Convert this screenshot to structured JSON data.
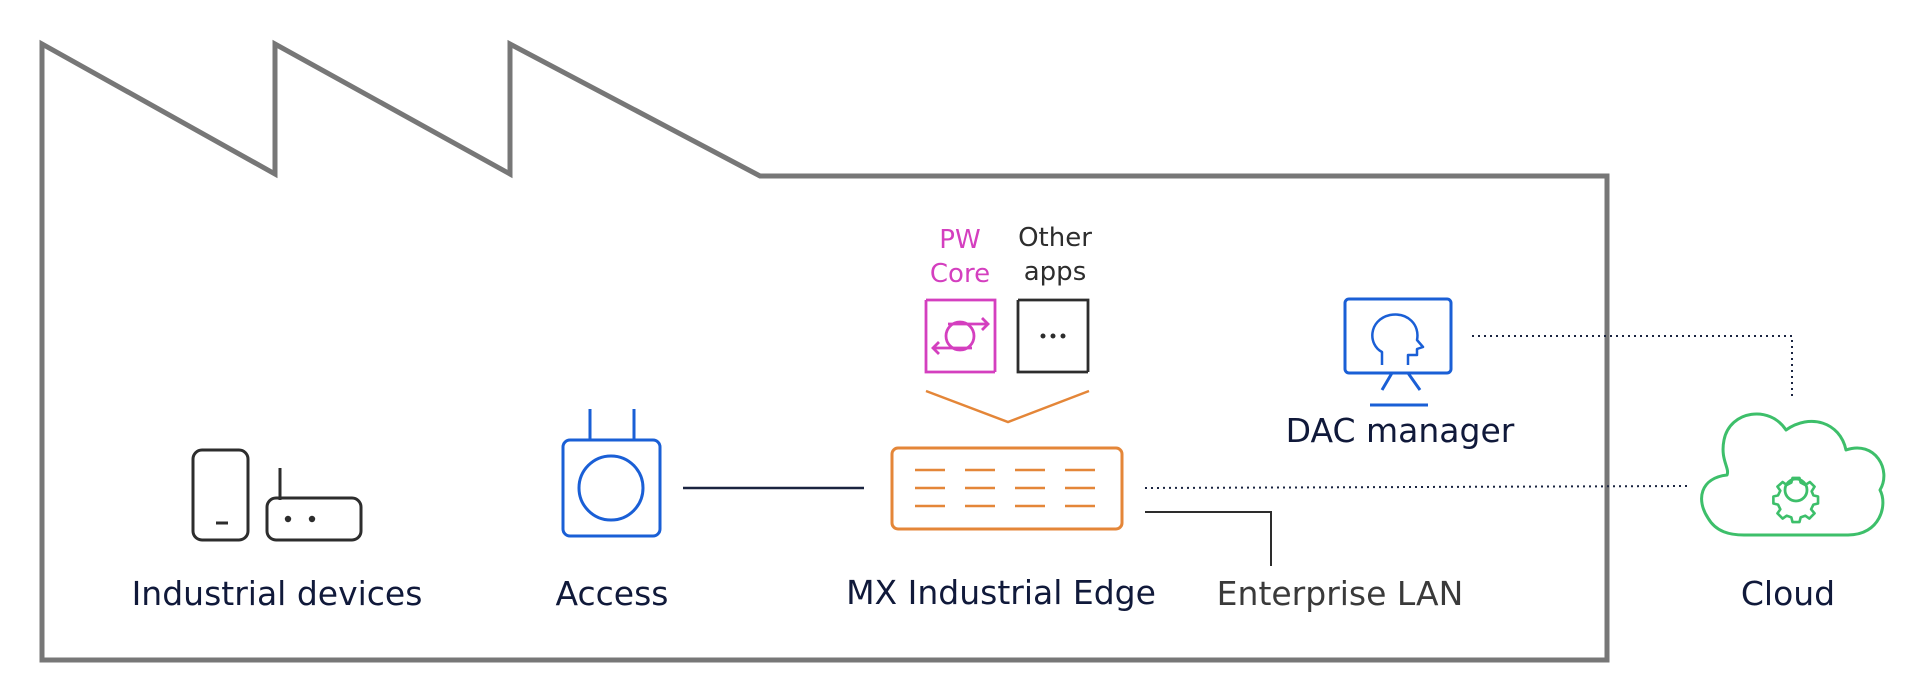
{
  "labels": {
    "industrial_devices": "Industrial devices",
    "access": "Access",
    "mx_industrial_edge": "MX Industrial Edge",
    "enterprise_lan": "Enterprise LAN",
    "dac_manager": "DAC manager",
    "cloud": "Cloud",
    "pw_core_line1": "PW",
    "pw_core_line2": "Core",
    "other_apps_line1": "Other",
    "other_apps_line2": "apps",
    "other_apps_glyph": "..."
  },
  "colors": {
    "building_outline": "#777777",
    "text_dark": "#10193a",
    "device_stroke": "#2d2d2d",
    "access_blue": "#1a5fd6",
    "edge_orange": "#e48638",
    "pw_core_magenta": "#d43fbf",
    "cloud_green": "#3dbf6a",
    "line_dark": "#1a2440"
  },
  "icons": [
    "phone-device-icon",
    "router-device-icon",
    "access-point-icon",
    "edge-switch-icon",
    "pw-core-icon",
    "other-apps-icon",
    "dac-manager-monitor-icon",
    "cloud-gear-icon"
  ]
}
